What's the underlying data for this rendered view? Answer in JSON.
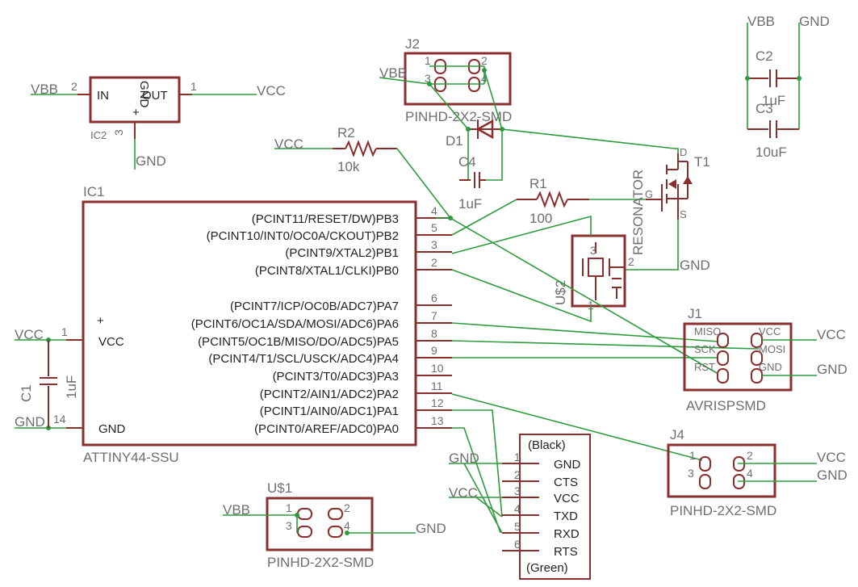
{
  "power": {
    "vbb": "VBB",
    "vcc": "VCC",
    "gnd": "GND"
  },
  "ic2": {
    "name": "IC2",
    "in": "IN",
    "out": "OUT",
    "gnd": "GND",
    "p1": "1",
    "p2": "2",
    "p3": "3"
  },
  "ic1": {
    "name": "IC1",
    "value": "ATTINY44-SSU",
    "vcc": "VCC",
    "gnd": "GND",
    "plus": "+",
    "right_pins": [
      {
        "label": "(PCINT11/RESET/DW)PB3",
        "num": "4"
      },
      {
        "label": "(PCINT10/INT0/OC0A/CKOUT)PB2",
        "num": "5"
      },
      {
        "label": "(PCINT9/XTAL2)PB1",
        "num": "3"
      },
      {
        "label": "(PCINT8/XTAL1/CLKI)PB0",
        "num": "2"
      },
      {
        "label": "(PCINT7/ICP/OC0B/ADC7)PA7",
        "num": "6"
      },
      {
        "label": "(PCINT6/OC1A/SDA/MOSI/ADC6)PA6",
        "num": "7"
      },
      {
        "label": "(PCINT5/OC1B/MISO/DO/ADC5)PA5",
        "num": "8"
      },
      {
        "label": "(PCINT4/T1/SCL/USCK/ADC4)PA4",
        "num": "9"
      },
      {
        "label": "(PCINT3/T0/ADC3)PA3",
        "num": "10"
      },
      {
        "label": "(PCINT2/AIN1/ADC2)PA2",
        "num": "11"
      },
      {
        "label": "(PCINT1/AIN0/ADC1)PA1",
        "num": "12"
      },
      {
        "label": "(PCINT0/AREF/ADC0)PA0",
        "num": "13"
      }
    ],
    "pin_vcc": "1",
    "pin_gnd": "14"
  },
  "c1": {
    "name": "C1",
    "value": "1uF"
  },
  "c2": {
    "name": "C2",
    "value": "1uF"
  },
  "c3": {
    "name": "C3",
    "value": "10uF"
  },
  "c4": {
    "name": "C4",
    "value": "1uF"
  },
  "r1": {
    "name": "R1",
    "value": "100"
  },
  "r2": {
    "name": "R2",
    "value": "10k"
  },
  "d1": {
    "name": "D1"
  },
  "t1": {
    "name": "T1",
    "d": "D",
    "g": "G",
    "s": "S"
  },
  "j2": {
    "name": "J2",
    "value": "PINHD-2X2-SMD",
    "p1": "1",
    "p2": "2",
    "p3": "3",
    "p4": "4"
  },
  "j4": {
    "name": "J4",
    "value": "PINHD-2X2-SMD",
    "p1": "1",
    "p2": "2",
    "p3": "3",
    "p4": "4"
  },
  "us1": {
    "name": "U$1",
    "value": "PINHD-2X2-SMD",
    "p1": "1",
    "p2": "2",
    "p3": "3",
    "p4": "4"
  },
  "us2": {
    "name": "U$2",
    "value": "RESONATOR",
    "p1": "1",
    "p2": "2",
    "p3": "3"
  },
  "j1": {
    "name": "J1",
    "value": "AVRISPSMD",
    "miso": "MISO",
    "vcc": "VCC",
    "sck": "SCK",
    "mosi": "MOSI",
    "rst": "RST",
    "gnd": "GND"
  },
  "ftdi": {
    "top": "(Black)",
    "bottom": "(Green)",
    "pins": [
      {
        "num": "1",
        "label": "GND"
      },
      {
        "num": "2",
        "label": "CTS"
      },
      {
        "num": "3",
        "label": "VCC"
      },
      {
        "num": "4",
        "label": "TXD"
      },
      {
        "num": "5",
        "label": "RXD"
      },
      {
        "num": "6",
        "label": "RTS"
      }
    ]
  }
}
